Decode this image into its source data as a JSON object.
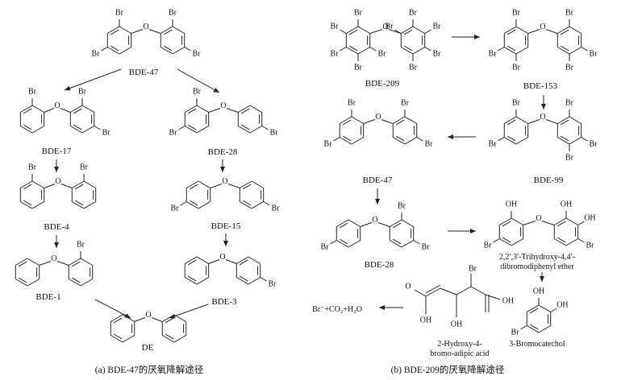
{
  "panel_a": {
    "caption": "(a)  BDE-47的厌氧降解途径",
    "labels": {
      "bde47": "BDE-47",
      "bde17": "BDE-17",
      "bde28": "BDE-28",
      "bde4": "BDE-4",
      "bde15": "BDE-15",
      "bde1": "BDE-1",
      "bde3": "BDE-3",
      "de": "DE"
    }
  },
  "panel_b": {
    "caption": "(b)  BDE-209的厌氧降解途径",
    "labels": {
      "bde209": "BDE-209",
      "bde153": "BDE-153",
      "bde99": "BDE-99",
      "bde47": "BDE-47",
      "bde28": "BDE-28",
      "thd_line1": "2,2′,3′-Trihydroxy-4,4′-",
      "thd_line2": "dibromodiphenyl ether",
      "hba_line1": "2-Hydroxy-4-",
      "hba_line2": "bromo-adipic acid",
      "bromocatechol": "3-Bromocatechol",
      "products": "Br⁻+CO₂+H₂O"
    }
  },
  "atoms": {
    "o": "O",
    "br": "Br",
    "oh": "OH"
  }
}
